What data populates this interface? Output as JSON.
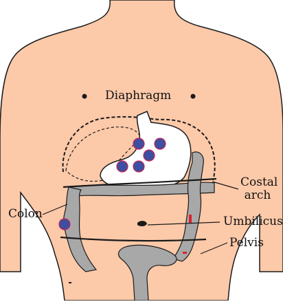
{
  "labels": {
    "diaphragm": "Diaphragm",
    "costal_arch_line1": "Costal",
    "costal_arch_line2": "arch",
    "colon": "Colon",
    "umbilicus": "Umbilicus",
    "pelvis": "Pelvis"
  },
  "colors": {
    "skin": "#fcc9a9",
    "outline": "#1a1a1a",
    "organ_fill": "#ffffff",
    "colon_fill": "#a8a8a8",
    "marker_fill": "#3d4fa0",
    "marker_stroke": "#cc2255",
    "accent_red": "#e0202a"
  },
  "markers": {
    "count": 6
  }
}
